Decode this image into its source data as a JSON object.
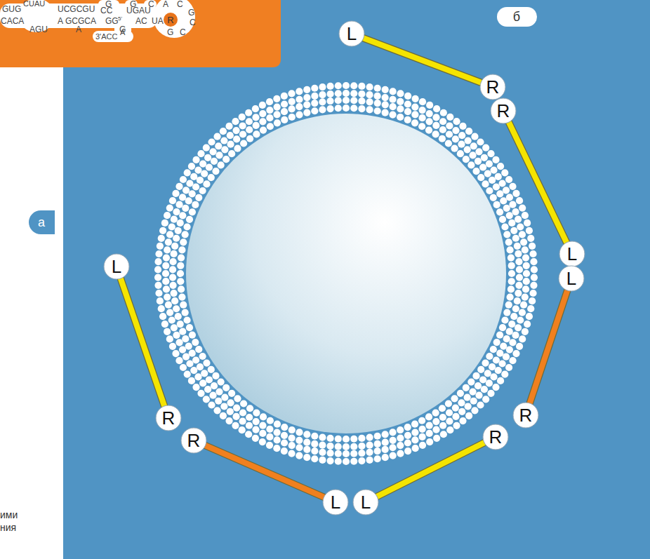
{
  "diagram": {
    "nodes": [
      {
        "text": [
          "R"
        ]
      },
      {
        "text": [
          "б"
        ]
      },
      {
        "text": [
          "а"
        ]
      },
      {
        "text": [
          "L"
        ]
      },
      {
        "text": [
          "R"
        ]
      },
      {
        "text": [
          "R"
        ]
      },
      {
        "text": [
          "L"
        ]
      },
      {
        "text": [
          "L"
        ]
      },
      {
        "text": [
          "R"
        ]
      },
      {
        "text": [
          "R"
        ]
      },
      {
        "text": [
          "L"
        ]
      },
      {
        "text": [
          "L"
        ]
      },
      {
        "text": [
          "R"
        ]
      },
      {
        "text": [
          "R"
        ]
      },
      {
        "text": [
          "L"
        ]
      }
    ],
    "edges": [
      {
        "from": 3,
        "to": 4,
        "arrow": "none"
      },
      {
        "from": 5,
        "to": 6,
        "arrow": "none"
      },
      {
        "from": 7,
        "to": 8,
        "arrow": "none"
      },
      {
        "from": 9,
        "to": 10,
        "arrow": "none"
      },
      {
        "from": 11,
        "to": 12,
        "arrow": "none"
      },
      {
        "from": 13,
        "to": 14,
        "arrow": "none"
      }
    ],
    "labels": [
      "GUG",
      "CUAU",
      "UCGCGU",
      "G",
      "CC",
      "G",
      "UGAU",
      "C",
      "A",
      "C",
      "G",
      "CACA",
      "A",
      "GCGCA",
      "GG",
      "5'",
      "AC",
      "UA",
      "C",
      "AGU",
      "A",
      "G",
      "G",
      "C",
      "3'ACC",
      "A",
      "ими",
      "ния"
    ]
  }
}
